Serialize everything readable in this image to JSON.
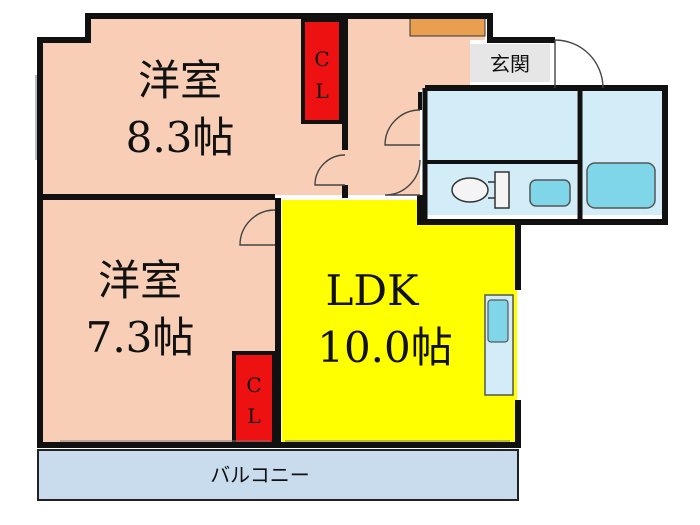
{
  "rooms": {
    "western_upper": {
      "name": "洋室",
      "size": "8.3帖"
    },
    "western_lower": {
      "name": "洋室",
      "size": "7.3帖"
    },
    "ldk": {
      "name": "LDK",
      "size": "10.0帖"
    }
  },
  "closet_upper": {
    "c": "C",
    "l": "L"
  },
  "closet_lower": {
    "c": "C",
    "l": "L"
  },
  "entrance": {
    "label": "玄関"
  },
  "balcony": {
    "label": "バルコニー"
  },
  "colors": {
    "room": "#f8cfb6",
    "ldk": "#ffff00",
    "closet": "#ee1111",
    "bath": "#d2ecf8",
    "fixture": "#7fd6e8",
    "balcony": "#c8dcee",
    "entrance": "#e6e6e6",
    "shoe_box": "#e8a050",
    "wall": "#111111"
  }
}
